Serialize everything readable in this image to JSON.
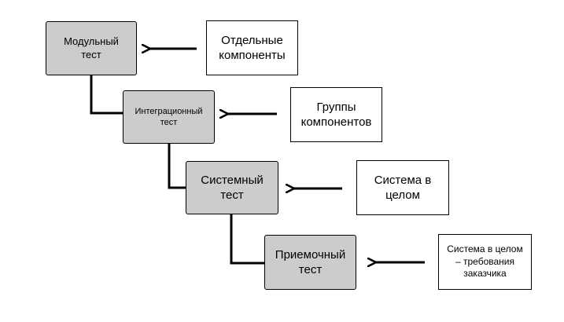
{
  "stages": [
    {
      "label": "Модульный\nтест"
    },
    {
      "label": "Интеграционный\nтест"
    },
    {
      "label": "Системный\nтест"
    },
    {
      "label": "Приемочный\nтест"
    }
  ],
  "sources": [
    {
      "label": "Отдельные\nкомпоненты"
    },
    {
      "label": "Группы\nкомпонентов"
    },
    {
      "label": "Система в\nцелом"
    },
    {
      "label": "Система в целом\n– требования\nзаказчика"
    }
  ],
  "colors": {
    "stage_fill": "#cccccc",
    "source_fill": "#ffffff",
    "stroke": "#000000"
  }
}
